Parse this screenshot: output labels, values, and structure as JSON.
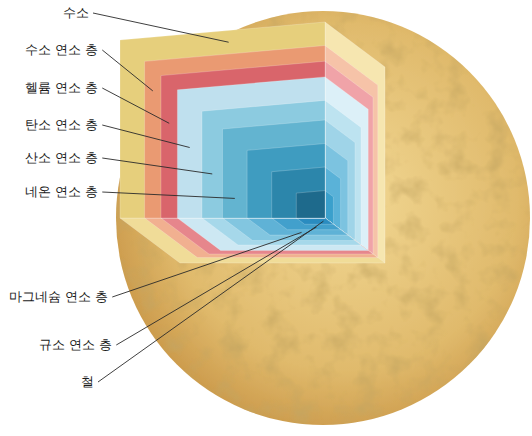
{
  "diagram": {
    "labels": [
      "수소",
      "수소 연소 층",
      "헬륨 연소 층",
      "탄소 연소 층",
      "산소 연소 층",
      "네온 연소 층",
      "마그네슘 연소 층",
      "규소 연소 층",
      "철"
    ]
  }
}
